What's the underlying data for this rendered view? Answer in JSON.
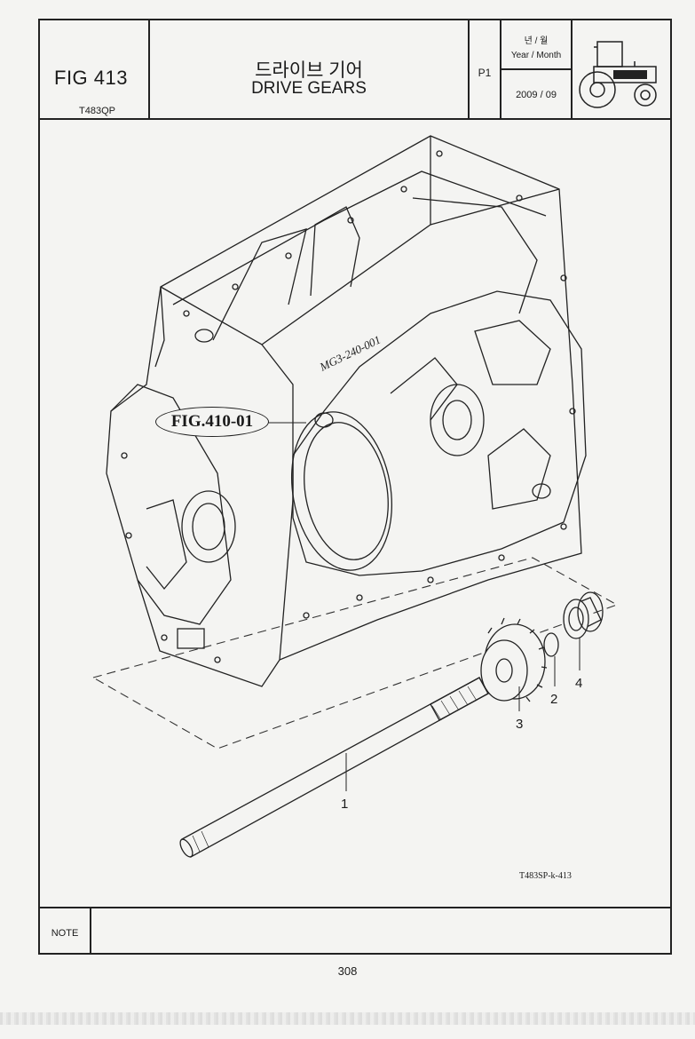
{
  "header": {
    "fig_number": "FIG 413",
    "model": "T483QP",
    "title_korean": "드라이브 기어",
    "title_english": "DRIVE GEARS",
    "page_code": "P1",
    "date_label_korean": "년 / 월",
    "date_label_english": "Year / Month",
    "date_value": "2009  / 09",
    "logo_icon": "tractor-icon"
  },
  "drawing": {
    "reference_figure": "FIG.410-01",
    "housing_marking": "MG3-240-001",
    "callouts": [
      "1",
      "2",
      "3",
      "4"
    ],
    "drawing_code": "T483SP-k-413"
  },
  "footer": {
    "note_label": "NOTE",
    "note_text": "",
    "page_number": "308"
  }
}
